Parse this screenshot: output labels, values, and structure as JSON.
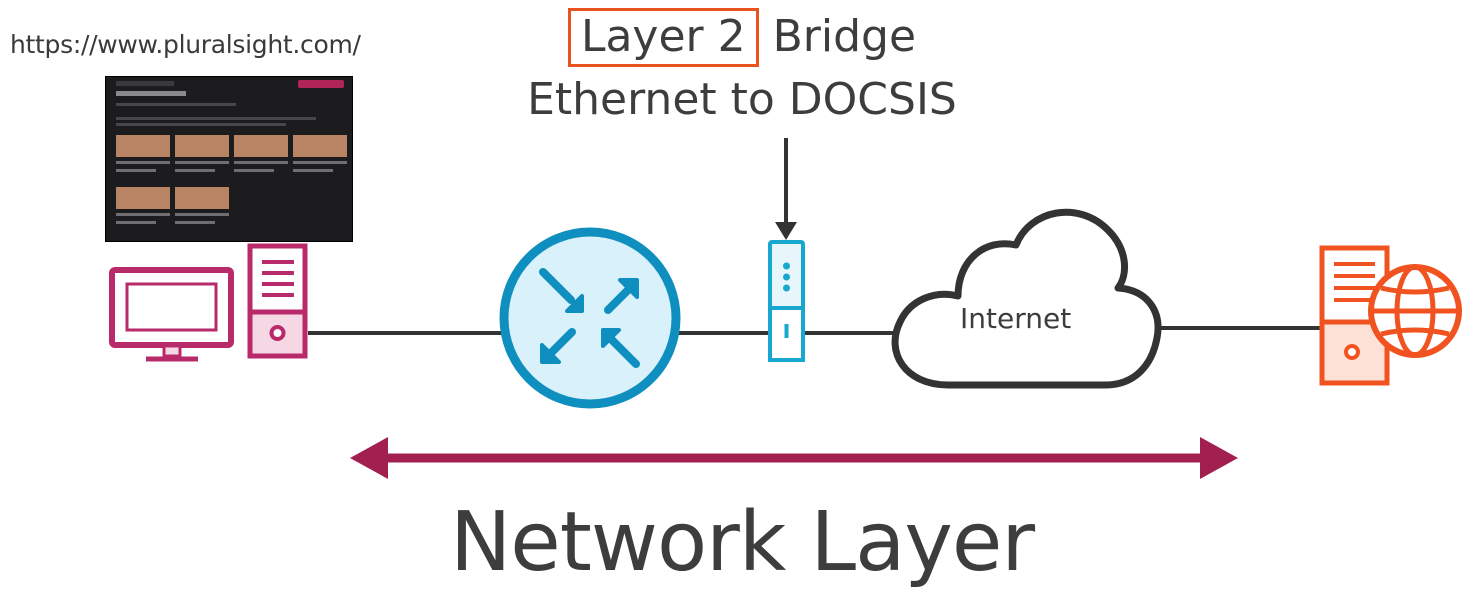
{
  "source_url": "https://www.pluralsight.com/",
  "heading": {
    "highlight": "Layer 2",
    "line1_rest": " Bridge",
    "line2": "Ethernet to DOCSIS"
  },
  "cloud": {
    "label": "Internet"
  },
  "footer": {
    "label": "Network Layer"
  },
  "colors": {
    "client": "#b82a6a",
    "router": "#0f8fbf",
    "router_fill": "#d8f1fa",
    "modem": "#17a7cf",
    "cloud": "#333333",
    "server_web": "#f0531f",
    "highlight_box": "#e8531f",
    "span_arrow": "#a2204f"
  },
  "icons": [
    "monitor-icon",
    "tower-pc-icon",
    "router-icon",
    "cable-modem-icon",
    "cloud-icon",
    "web-server-icon",
    "globe-icon"
  ]
}
